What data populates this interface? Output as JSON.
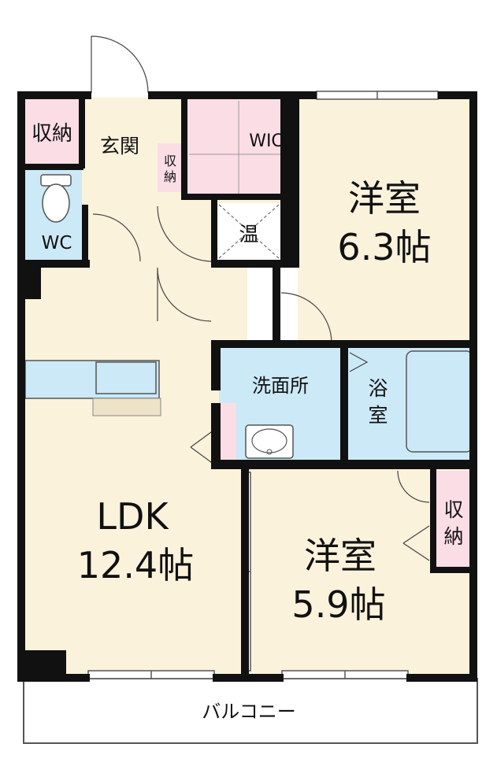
{
  "rooms": {
    "storage_top_left": "収納",
    "entrance": "玄関",
    "storage_entrance_1": "収",
    "storage_entrance_2": "納",
    "wic": "WIC",
    "water_heater": "温",
    "wc": "WC",
    "western1_name": "洋室",
    "western1_size": "6.3帖",
    "washroom": "洗面所",
    "bath_1": "浴",
    "bath_2": "室",
    "ldk_name": "LDK",
    "ldk_size": "12.4帖",
    "western2_name": "洋室",
    "western2_size": "5.9帖",
    "storage_right_1": "収",
    "storage_right_2": "納",
    "balcony": "バルコニー"
  },
  "colors": {
    "floor": "#fbf2dc",
    "wet": "#cce9f7",
    "storage": "#fbdde6",
    "wall": "#111111"
  }
}
